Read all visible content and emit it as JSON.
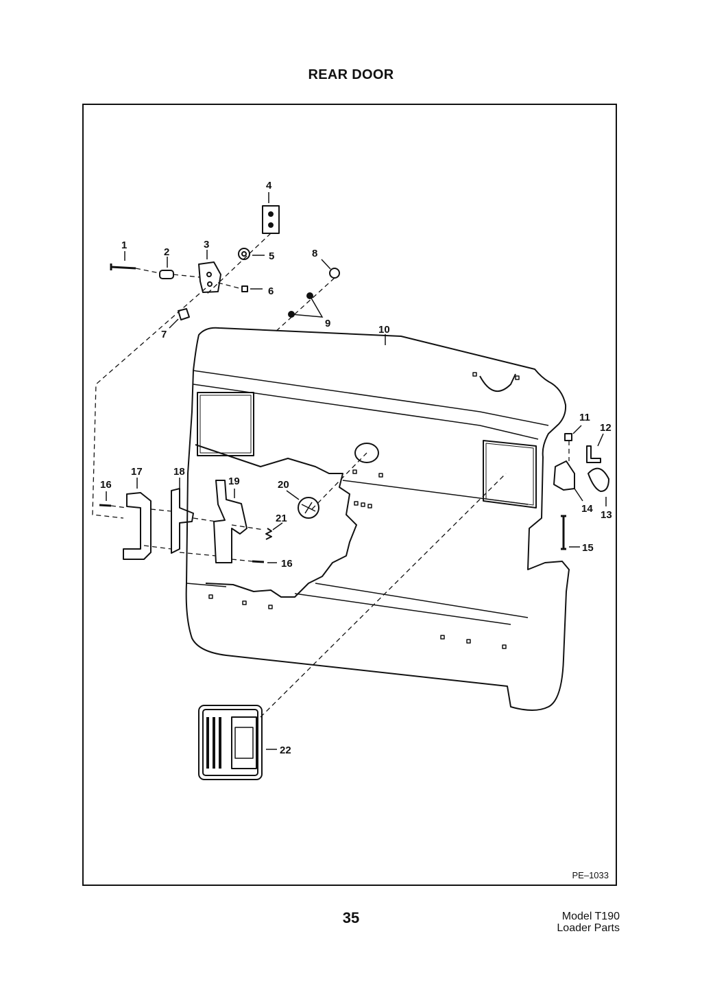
{
  "page": {
    "title": "REAR DOOR",
    "figure_ref": "PE–1033",
    "page_number": "35",
    "model_line1": "Model T190",
    "model_line2": "Loader Parts"
  },
  "callouts": {
    "c1": "1",
    "c2": "2",
    "c3": "3",
    "c4": "4",
    "c5": "5",
    "c6": "6",
    "c7": "7",
    "c8": "8",
    "c9": "9",
    "c10": "10",
    "c11": "11",
    "c12": "12",
    "c13": "13",
    "c14": "14",
    "c15": "15",
    "c16a": "16",
    "c16b": "16",
    "c17": "17",
    "c18": "18",
    "c19": "19",
    "c20": "20",
    "c21": "21",
    "c22": "22"
  }
}
